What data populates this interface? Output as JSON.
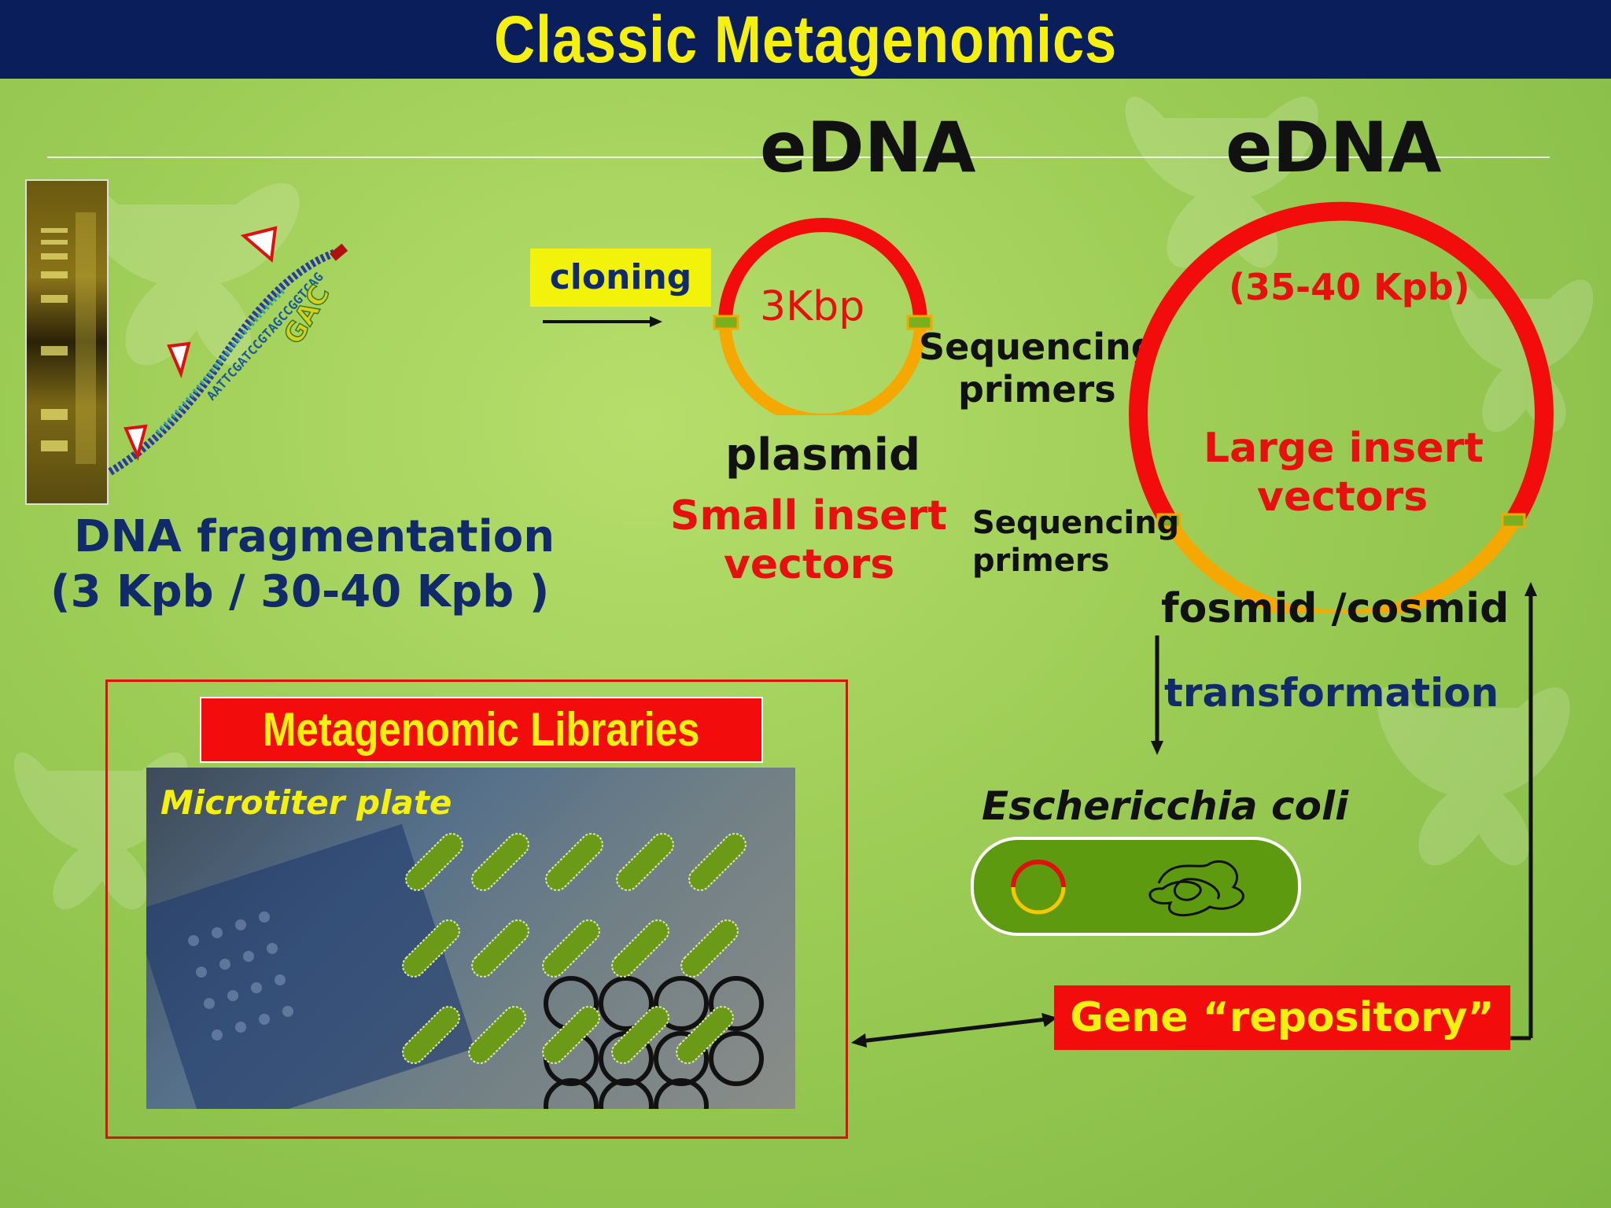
{
  "header": {
    "title": "Classic  Metagenomics"
  },
  "left": {
    "fragmentation_line1": "DNA fragmentation",
    "fragmentation_line2": "(3 Kpb / 30-40 Kpb )",
    "sequence_text": "AATTCGATCCGTAGCCGGTCAG",
    "sequence_tail": "GAC"
  },
  "cloning": {
    "label": "cloning"
  },
  "plasmid": {
    "edna": "eDNA",
    "size": "3Kbp",
    "name": "plasmid",
    "type_line1": "Small insert",
    "type_line2": "vectors",
    "primers_line1": "Sequencing",
    "primers_line2": "primers"
  },
  "fosmid": {
    "edna": "eDNA",
    "size": "(35-40 Kpb)",
    "type_line1": "Large insert",
    "type_line2": "vectors",
    "primers_line1": "Sequencing",
    "primers_line2": "primers",
    "name": "fosmid /cosmid"
  },
  "transformation": {
    "label": "transformation"
  },
  "ecoli": {
    "label": "Eschericchia coli"
  },
  "library": {
    "title": "Metagenomic Libraries",
    "photo_label": "Microtiter plate"
  },
  "gene": {
    "label": "Gene “repository”"
  },
  "colors": {
    "banner": "#0a1e5c",
    "title": "#f5f00f",
    "vector_red": "#f20c0c",
    "vector_orange": "#f5a800",
    "navy_text": "#102a6a"
  }
}
